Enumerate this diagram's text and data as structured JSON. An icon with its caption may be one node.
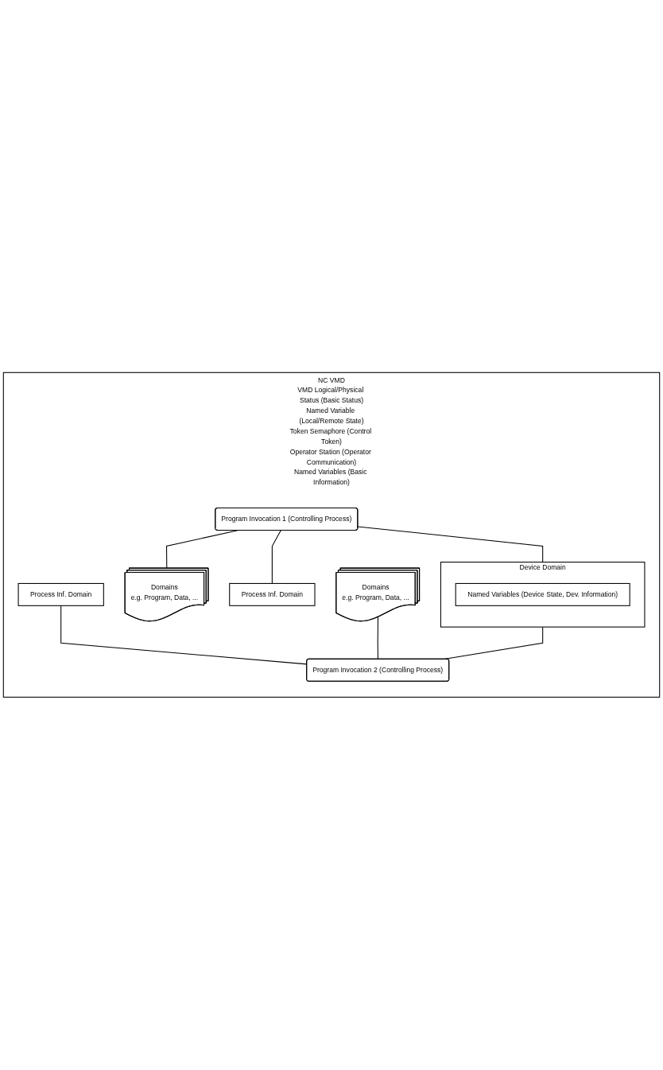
{
  "diagram": {
    "nodes": [
      {
        "text": [
          "NC VMD",
          "VMD Logical/Physical Status (Basic Status)",
          "Named Variable (Local/Remote State)",
          "Token Semaphore (Control Token)",
          "Operator Station (Operator Communication)",
          "Named Variables (Basic Information)"
        ]
      },
      {
        "text": [
          "Program Invocation 1 (Controlling Process)"
        ],
        "in": 0
      },
      {
        "text": [
          "Domains",
          "e.g. Program, Data, ..."
        ],
        "in": 0
      },
      {
        "text": [
          "Process Inf. Domain"
        ],
        "in": 0
      },
      {
        "text": [
          "Device Domain"
        ],
        "in": 0
      },
      {
        "text": [
          "Named Variables (Device State, Dev. Information)"
        ],
        "in": 4
      },
      {
        "text": [
          "Process Inf. Domain"
        ],
        "in": 0
      },
      {
        "text": [
          "Domains",
          "e.g. Program, Data, ..."
        ],
        "in": 0
      },
      {
        "text": [
          "Program Invocation 2 (Controlling Process)"
        ],
        "in": 0
      }
    ],
    "edges": [
      {
        "from": 1,
        "to": 2,
        "arrow": "none"
      },
      {
        "from": 1,
        "to": 3,
        "arrow": "none"
      },
      {
        "from": 1,
        "to": 4,
        "arrow": "none"
      },
      {
        "from": 4,
        "to": 8,
        "arrow": "none"
      },
      {
        "from": 6,
        "to": 8,
        "arrow": "none"
      },
      {
        "from": 7,
        "to": 8,
        "arrow": "none"
      }
    ]
  }
}
